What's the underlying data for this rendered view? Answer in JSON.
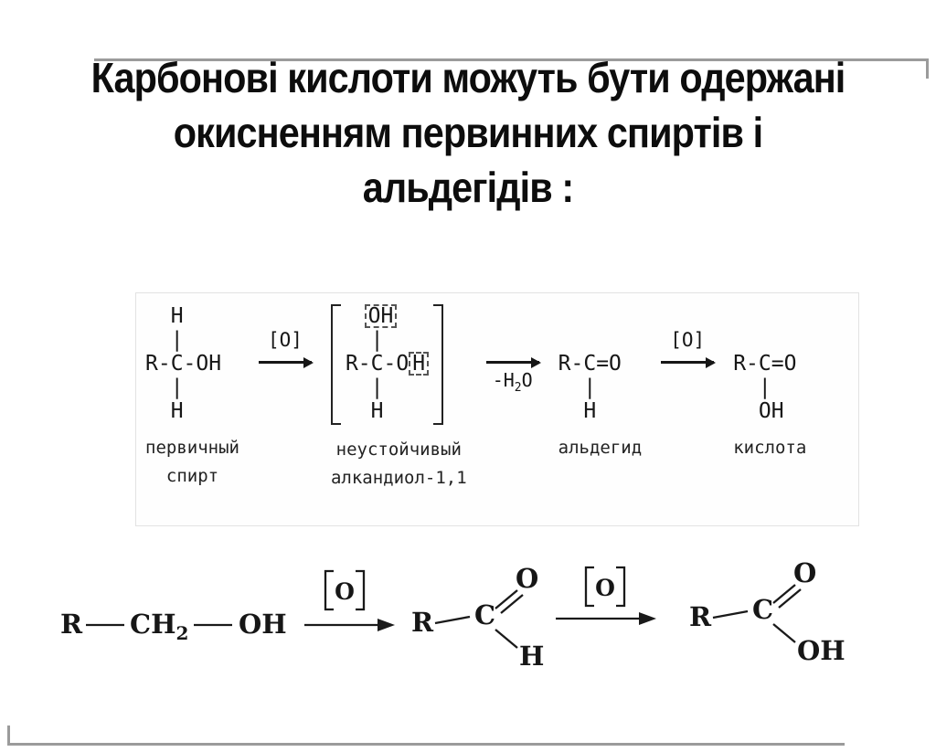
{
  "title": {
    "line1": "Карбонові кислоти можуть бути одержані",
    "line2": "окисненням первинних спиртів і",
    "line3": "альдегідів :"
  },
  "colors": {
    "frame": "#9b9b9b",
    "text": "#161616"
  },
  "scheme1": {
    "struct1": {
      "l1": "  H",
      "l2": "  |",
      "l3": "R-C-OH",
      "l4": "  |",
      "l5": "  H",
      "label1": "первичный",
      "label2": "спирт"
    },
    "arrow1": {
      "top": "[O]"
    },
    "struct2": {
      "top_group": "OH",
      "l2": "  |",
      "main_prefix": "R-C-O",
      "main_boxed": "H",
      "l4": "  |",
      "l5": "  H",
      "label1": "неустойчивый",
      "label2": "алкандиол-1,1"
    },
    "arrow2": {
      "below_prefix": "-H",
      "below_sub": "2",
      "below_suffix": "O"
    },
    "struct3": {
      "l3": "R-C=O",
      "l4": "  |",
      "l5": "  H",
      "label1": "альдегид"
    },
    "arrow3": {
      "top": "[O]"
    },
    "struct4": {
      "l3": "R-C=O",
      "l4": "  |",
      "l5": "  OH",
      "label1": "кислота"
    }
  },
  "scheme2": {
    "r1": "R",
    "ch": "CH",
    "ch_sub": "2",
    "oh1": "OH",
    "ox1": "O",
    "r2": "R",
    "c1": "C",
    "o1": "O",
    "h1": "H",
    "ox2": "O",
    "r3": "R",
    "c2": "C",
    "o2": "O",
    "oh2": "OH"
  }
}
